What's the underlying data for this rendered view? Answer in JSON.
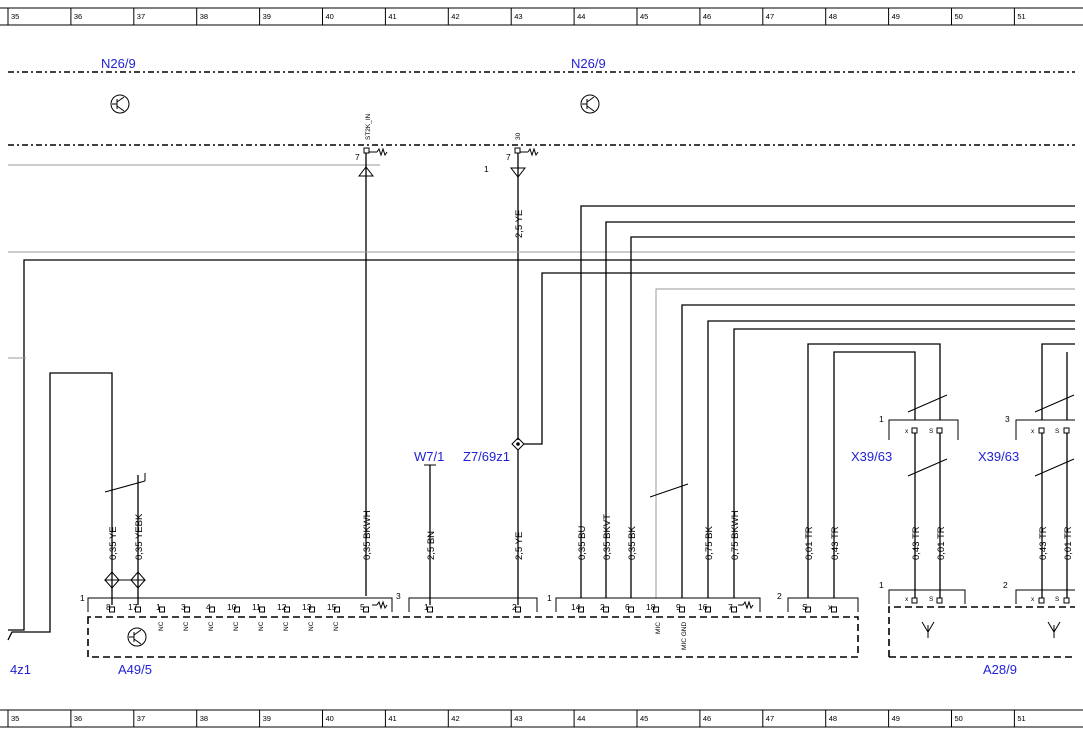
{
  "grid": {
    "columns": [
      "35",
      "36",
      "37",
      "38",
      "39",
      "40",
      "41",
      "42",
      "43",
      "44",
      "45",
      "46",
      "47",
      "48",
      "49",
      "50",
      "51"
    ]
  },
  "colors": {
    "component_label": "#1f1fd6",
    "line": "#000000"
  },
  "components": {
    "n26_left": "N26/9",
    "n26_right": "N26/9",
    "w7": "W7/1",
    "z7": "Z7/69z1",
    "x39_left": "X39/63",
    "x39_right": "X39/63",
    "a49": "A49/5",
    "a28": "A28/9",
    "z1_partial": "4z1"
  },
  "connector_top": {
    "st2k_label": "ST2K_IN",
    "st2k_pin": "7",
    "pin30_label": "30",
    "pin30_pin": "7",
    "pin30_conn": "1"
  },
  "wires": {
    "w_37a": "0,35 YE",
    "w_37b": "0,35 YEBK",
    "w_41": "0,35 BKWH",
    "w_42": "2,5 BN",
    "w_43_top": "2,5 YE",
    "w_43": "2,5 YE",
    "w_44a": "0,35 BU",
    "w_44b": "0,35 BKVT",
    "w_45a": "0,35 BK",
    "w_46a": "0,75 BK",
    "w_46b": "0,75 BKWH",
    "w_48a": "0,01 TR",
    "w_48b": "0,43 TR",
    "w_49": "0,43 TR",
    "w_50": "0,01 TR",
    "w_51a": "0,43 TR",
    "w_51b": "0,01 TR"
  },
  "a49_pins": {
    "conn1": "1",
    "p8": "8",
    "p17": "17",
    "p1": "1",
    "p3": "3",
    "p4": "4",
    "p10": "10",
    "p11": "11",
    "p12": "12",
    "p13": "13",
    "p15": "15",
    "p5": "5",
    "nc": "NC",
    "conn3": "3",
    "c3p1": "1",
    "c3p2": "2",
    "conn1b": "1",
    "p14": "14",
    "p2": "2",
    "p6": "6",
    "p18": "18",
    "p9": "9",
    "p16": "16",
    "p7": "7",
    "mic": "MIC",
    "mic_gnd": "MIC GND",
    "conn2": "2",
    "s": "S",
    "x": "x"
  },
  "x39_pins": {
    "conn_left": "1",
    "conn_right": "3",
    "x": "x",
    "s": "S"
  },
  "a28_pins": {
    "conn_left": "1",
    "conn_right": "2",
    "x": "x",
    "s": "S"
  },
  "misc": {
    "splice_conn": "1"
  }
}
